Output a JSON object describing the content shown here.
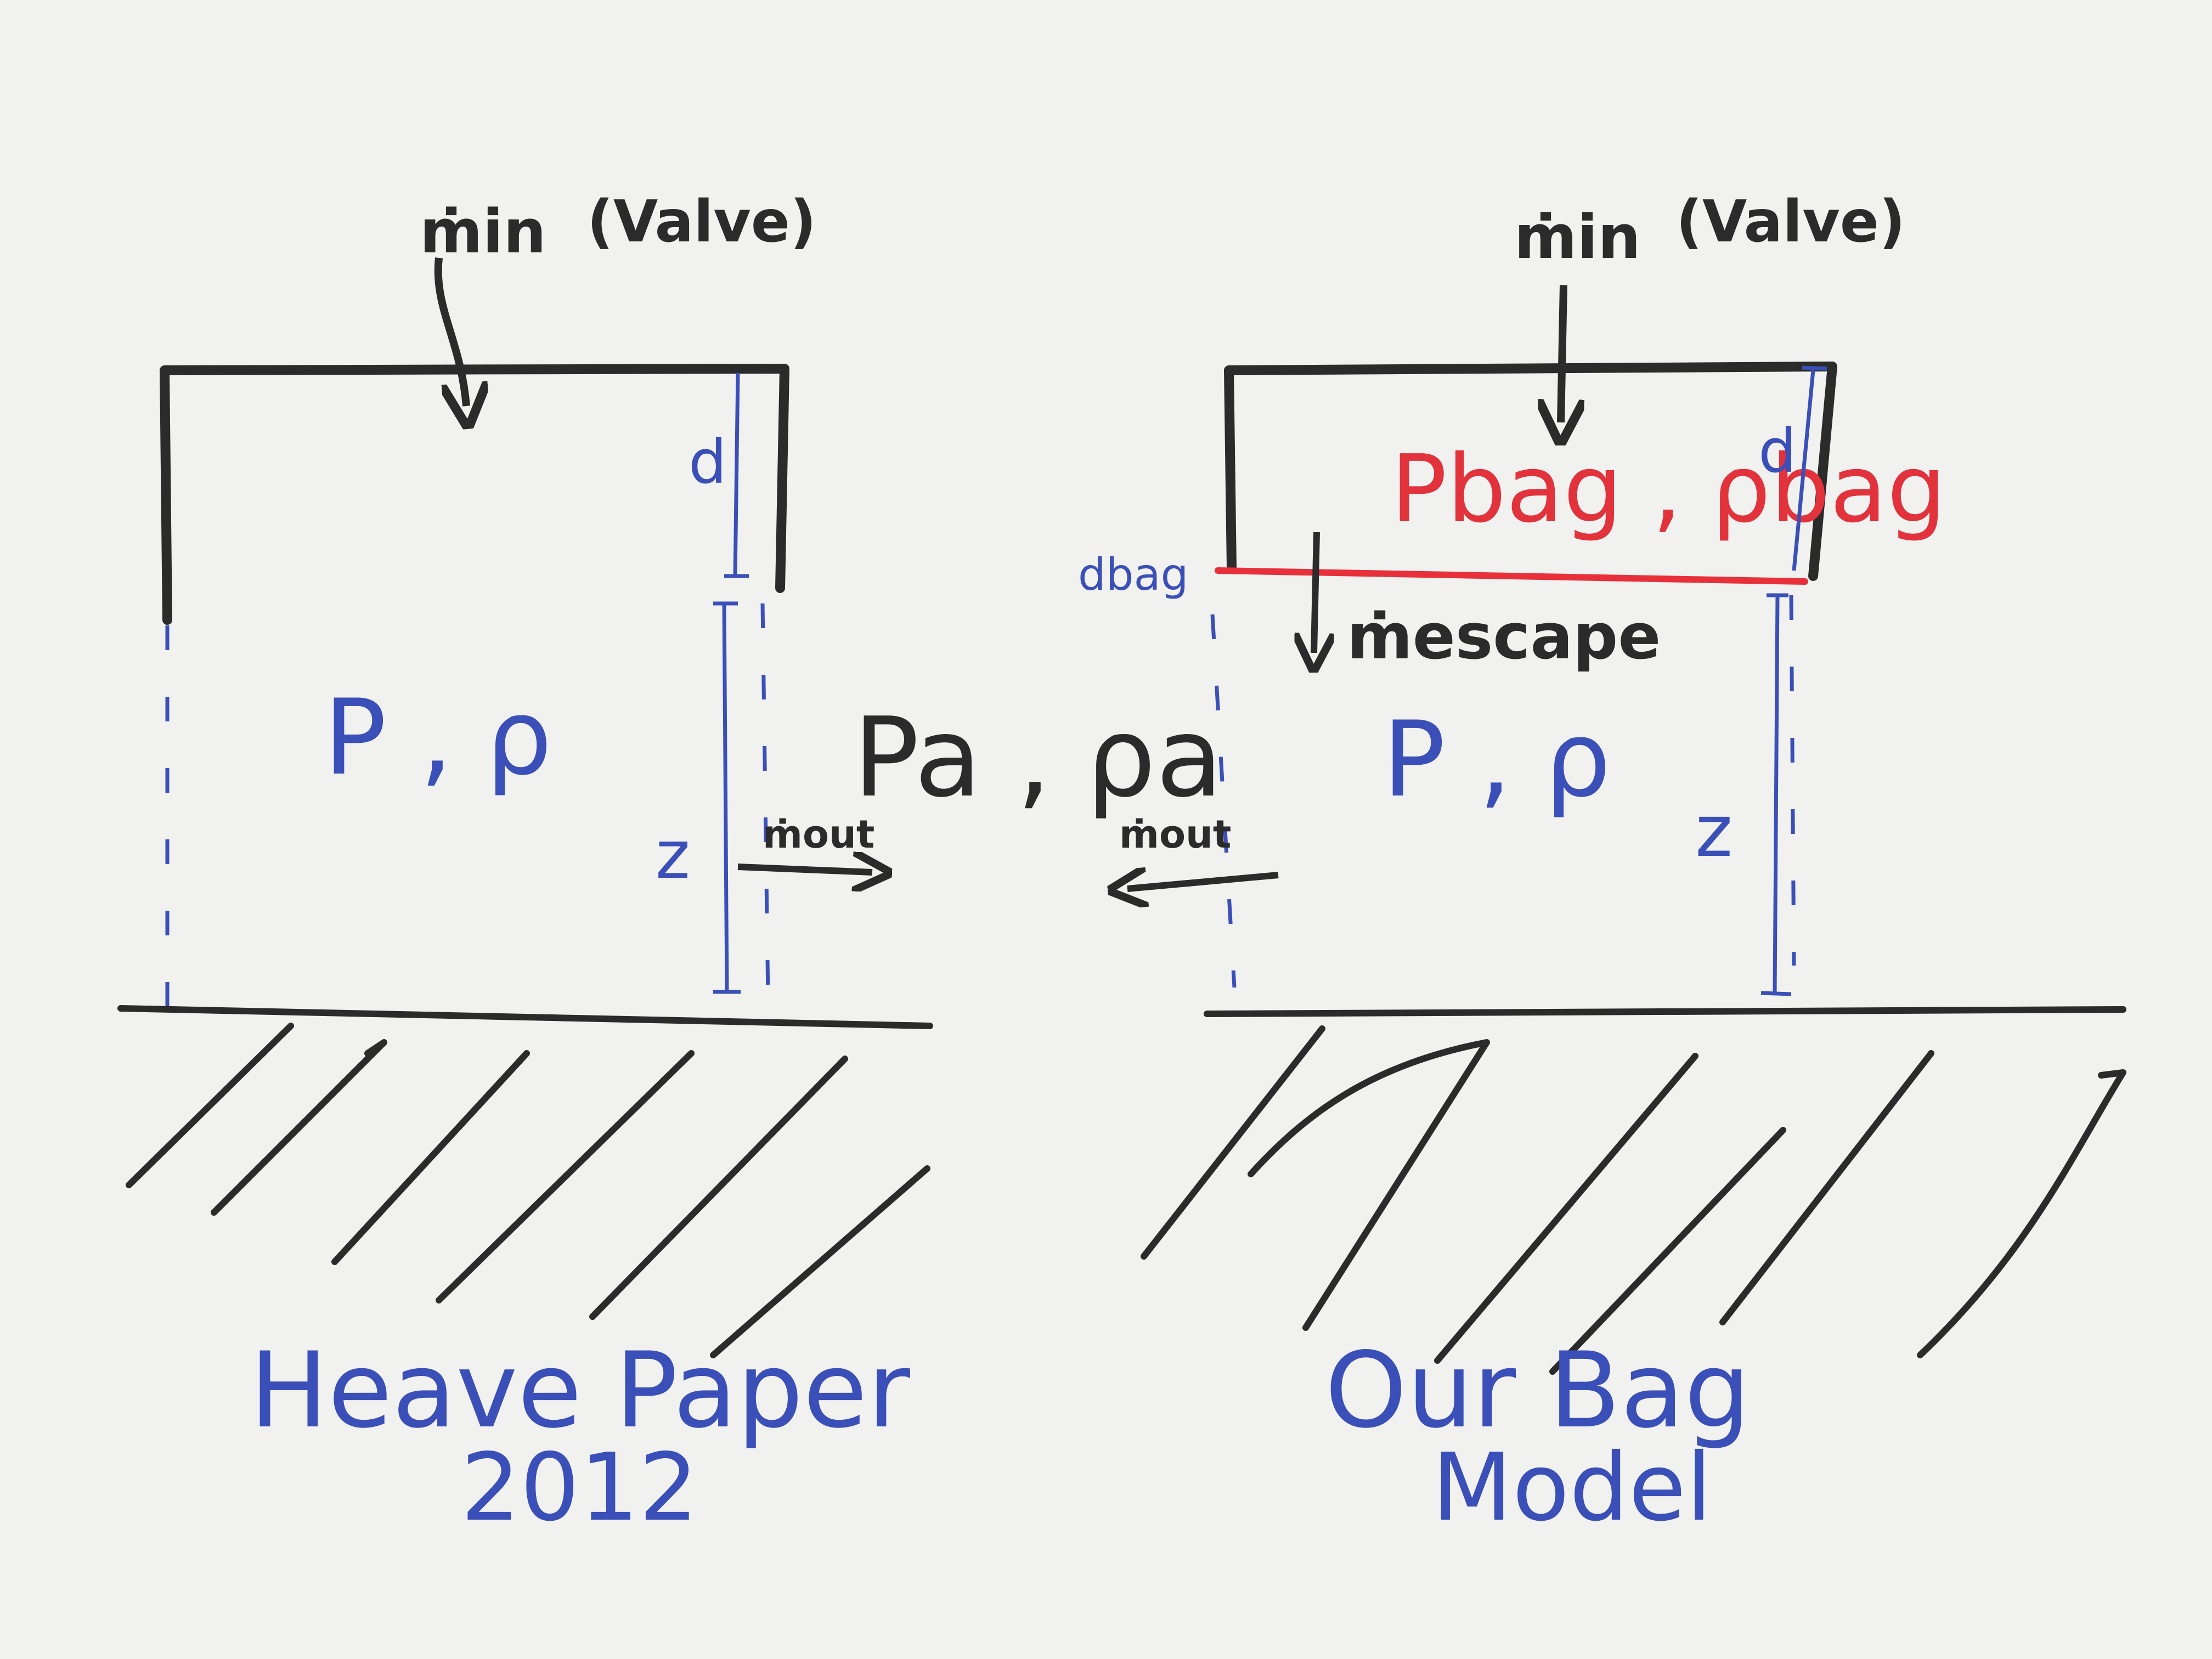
{
  "colors": {
    "board": "#f1f1ef",
    "black_marker": "#2b2b2b",
    "blue_marker": "#3a4fb8",
    "red_marker": "#e2323b"
  },
  "left_model": {
    "inflow_label": "ṁin",
    "inflow_note": "(Valve)",
    "skirt_height_label": "d",
    "interior_label": "P , ρ",
    "cushion_height_label": "z",
    "outflow_label": "ṁout",
    "caption_line1": "Heave Paper",
    "caption_line2": "2012"
  },
  "middle": {
    "ambient_label": "Pa , ρa"
  },
  "right_model": {
    "inflow_label": "ṁin",
    "inflow_note": "(Valve)",
    "bag_state_label": "Pbag , ρbag",
    "skirt_height_label": "d",
    "bag_depth_label": "dbag",
    "escape_label": "ṁescape",
    "interior_label": "P , ρ",
    "cushion_height_label": "z",
    "outflow_label": "ṁout",
    "caption_line1": "Our Bag",
    "caption_line2": "Model"
  }
}
